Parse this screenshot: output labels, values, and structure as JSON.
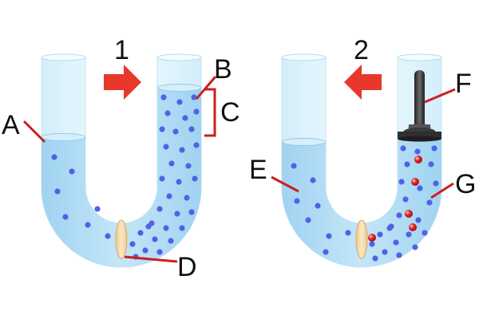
{
  "step_numbers": {
    "left": "1",
    "right": "2"
  },
  "labels": {
    "A": "A",
    "B": "B",
    "C": "C",
    "D": "D",
    "E": "E",
    "F": "F",
    "G": "G"
  },
  "icons": {
    "flow_arrow_right": "arrow-right-icon",
    "flow_arrow_left": "arrow-left-icon"
  },
  "colors": {
    "water": "#a9d8f3",
    "water_dark": "#7fc1e8",
    "tube_glass": "#e6f6fc",
    "solvent_particle": "#4f62e6",
    "solute_particle": "#e02424",
    "arrow": "#e8382c",
    "leader_line": "#cc1f1f",
    "membrane": "#f5dcb0",
    "piston_rod": "#3b3b3b"
  }
}
